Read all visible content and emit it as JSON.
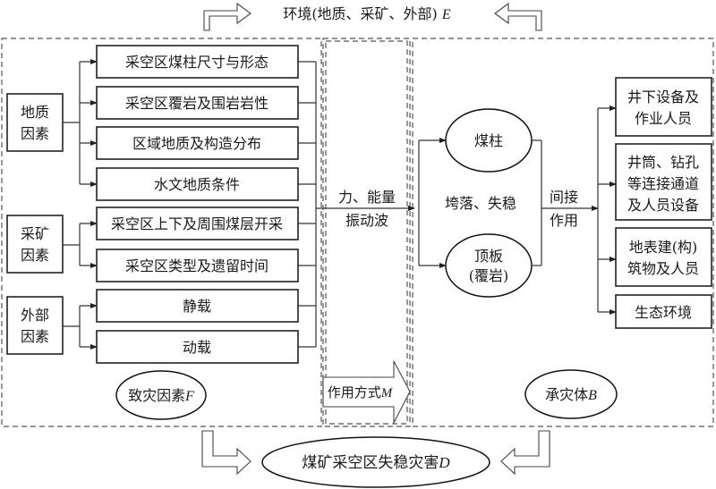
{
  "environment": {
    "label": "环境(地质、采矿、外部) ",
    "symbol": "E"
  },
  "disaster_factors": {
    "label": "致灾因素",
    "symbol": "F",
    "groups": [
      {
        "name_line1": "地质",
        "name_line2": "因素",
        "items": [
          "采空区煤柱尺寸与形态",
          "采空区覆岩及围岩岩性",
          "区域地质及构造分布",
          "水文地质条件"
        ]
      },
      {
        "name_line1": "采矿",
        "name_line2": "因素",
        "items": [
          "采空区上下及周围煤层开采",
          "采空区类型及遗留时间"
        ]
      },
      {
        "name_line1": "外部",
        "name_line2": "因素",
        "items": [
          "静载",
          "动载"
        ]
      }
    ]
  },
  "action_mode": {
    "label": "作用方式",
    "symbol": "M",
    "line1": "力、能量",
    "line2": "振动波"
  },
  "hazard_bearing": {
    "label": "承灾体",
    "symbol": "B",
    "pillar": "煤柱",
    "roof_line1": "顶板",
    "roof_line2": "(覆岩)",
    "failure": "垮落、失稳",
    "indirect_line1": "间接",
    "indirect_line2": "作用",
    "targets": [
      {
        "lines": [
          "井下设备及",
          "作业人员"
        ]
      },
      {
        "lines": [
          "井筒、钻孔",
          "等连接通道",
          "及人员设备"
        ]
      },
      {
        "lines": [
          "地表建(构)",
          "筑物及人员"
        ]
      },
      {
        "lines": [
          "生态环境"
        ]
      }
    ]
  },
  "disaster": {
    "label": "煤矿采空区失稳灾害",
    "symbol": "D"
  }
}
